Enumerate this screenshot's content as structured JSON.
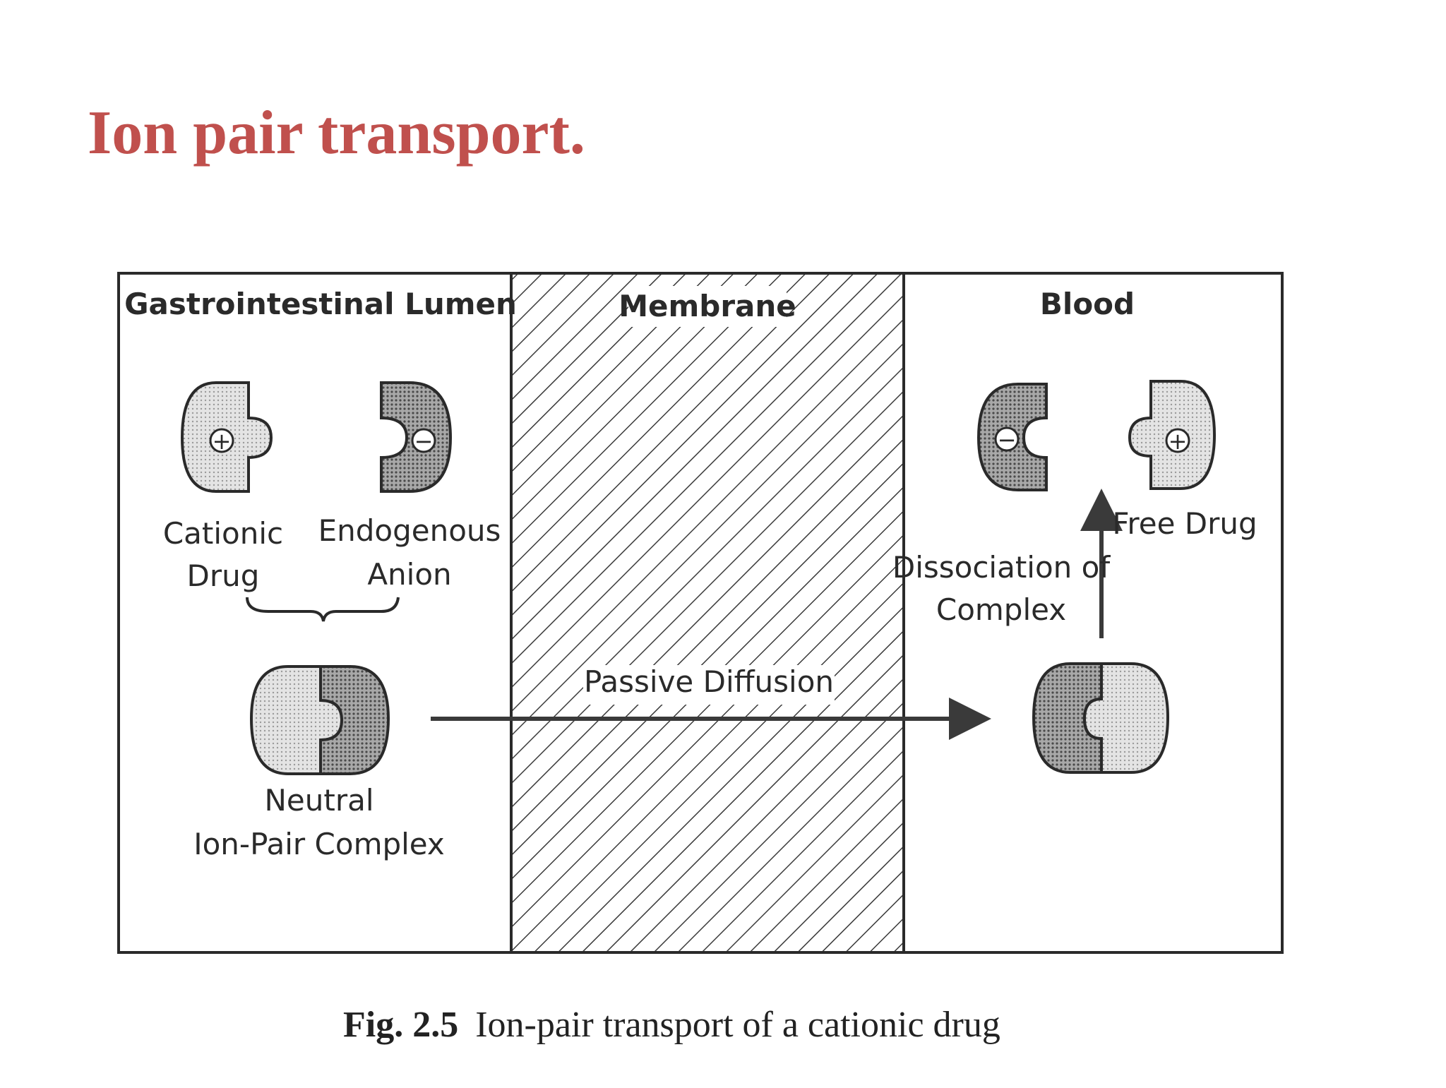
{
  "title": "Ion pair transport.",
  "diagram": {
    "regions": {
      "lumen": "Gastrointestinal Lumen",
      "membrane": "Membrane",
      "blood": "Blood"
    },
    "lumen": {
      "cationic_drug": [
        "Cationic",
        "Drug"
      ],
      "endogenous_anion": [
        "Endogenous",
        "Anion"
      ],
      "complex": [
        "Neutral",
        "Ion-Pair Complex"
      ]
    },
    "membrane": {
      "process": "Passive Diffusion"
    },
    "blood": {
      "dissociation": [
        "Dissociation of",
        "Complex"
      ],
      "free_drug": "Free Drug"
    },
    "symbols": {
      "plus": "+",
      "minus": "−"
    }
  },
  "caption": {
    "number": "Fig. 2.5",
    "text": "Ion-pair transport of a cationic drug"
  },
  "colors": {
    "title": "#c0504d",
    "cation_fill": "#d6d6d6",
    "anion_fill": "#8e8e8e",
    "line": "#2a2a2a"
  }
}
